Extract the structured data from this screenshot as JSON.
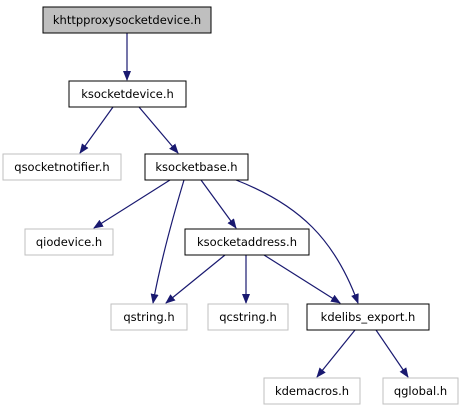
{
  "diagram": {
    "nodes": [
      {
        "id": "khttpproxysocketdevice",
        "label": "khttpproxysocketdevice.h",
        "kind": "root"
      },
      {
        "id": "ksocketdevice",
        "label": "ksocketdevice.h",
        "kind": "documented"
      },
      {
        "id": "qsocketnotifier",
        "label": "qsocketnotifier.h",
        "kind": "external"
      },
      {
        "id": "ksocketbase",
        "label": "ksocketbase.h",
        "kind": "documented"
      },
      {
        "id": "qiodevice",
        "label": "qiodevice.h",
        "kind": "external"
      },
      {
        "id": "ksocketaddress",
        "label": "ksocketaddress.h",
        "kind": "documented"
      },
      {
        "id": "qstring",
        "label": "qstring.h",
        "kind": "external"
      },
      {
        "id": "qcstring",
        "label": "qcstring.h",
        "kind": "external"
      },
      {
        "id": "kdelibs_export",
        "label": "kdelibs_export.h",
        "kind": "documented"
      },
      {
        "id": "kdemacros",
        "label": "kdemacros.h",
        "kind": "external"
      },
      {
        "id": "qglobal",
        "label": "qglobal.h",
        "kind": "external"
      }
    ],
    "edges": [
      {
        "from": "khttpproxysocketdevice",
        "to": "ksocketdevice"
      },
      {
        "from": "ksocketdevice",
        "to": "qsocketnotifier"
      },
      {
        "from": "ksocketdevice",
        "to": "ksocketbase"
      },
      {
        "from": "ksocketbase",
        "to": "qiodevice"
      },
      {
        "from": "ksocketbase",
        "to": "qstring"
      },
      {
        "from": "ksocketbase",
        "to": "ksocketaddress"
      },
      {
        "from": "ksocketbase",
        "to": "kdelibs_export"
      },
      {
        "from": "ksocketaddress",
        "to": "qstring"
      },
      {
        "from": "ksocketaddress",
        "to": "qcstring"
      },
      {
        "from": "ksocketaddress",
        "to": "kdelibs_export"
      },
      {
        "from": "kdelibs_export",
        "to": "kdemacros"
      },
      {
        "from": "kdelibs_export",
        "to": "qglobal"
      }
    ],
    "colors": {
      "root_fill": "#bfbfbf",
      "node_fill": "#ffffff",
      "documented_border": "#000000",
      "external_border": "#bfbfbf",
      "edge": "#191970",
      "text": "#000000"
    }
  }
}
